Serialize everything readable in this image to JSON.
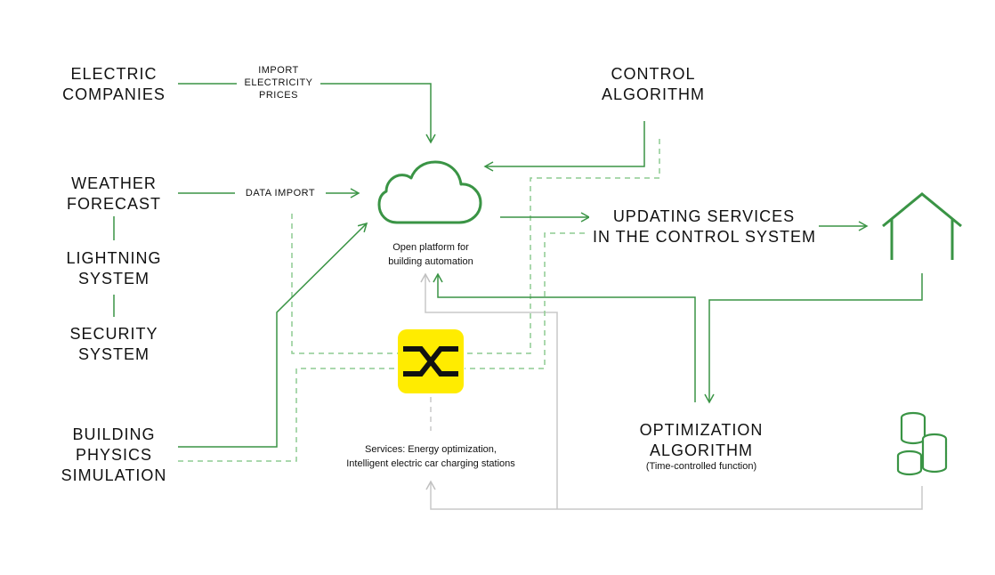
{
  "colors": {
    "green": "#3a9445",
    "green_dashed": "#8ecb92",
    "grey": "#c8c8c8",
    "yellow": "#ffec00",
    "black": "#111111"
  },
  "sources": {
    "electric": [
      "ELECTRIC",
      "COMPANIES"
    ],
    "weather": [
      "WEATHER",
      "FORECAST"
    ],
    "lightning": [
      "LIGHTNING",
      "SYSTEM"
    ],
    "security": [
      "SECURITY",
      "SYSTEM"
    ],
    "building": [
      "BUILDING",
      "PHYSICS",
      "SIMULATION"
    ]
  },
  "edge_labels": {
    "import_prices": [
      "IMPORT",
      "ELECTRICITY",
      "PRICES"
    ],
    "data_import": "DATA IMPORT"
  },
  "control": [
    "CONTROL",
    "ALGORITHM"
  ],
  "platform": {
    "icon": "cloud-icon",
    "caption": [
      "Open platform for",
      "building automation"
    ]
  },
  "updating": [
    "UPDATING SERVICES",
    "IN THE CONTROL SYSTEM"
  ],
  "house": {
    "icon": "house-icon"
  },
  "services": {
    "icon": "shuffle-app-icon",
    "caption": [
      "Services: Energy optimization,",
      "Intelligent electric car charging stations"
    ]
  },
  "optimization": {
    "title": [
      "OPTIMIZATION",
      "ALGORITHM"
    ],
    "subtitle": "(Time-controlled function)"
  },
  "coins": {
    "icon": "coins-icon"
  }
}
